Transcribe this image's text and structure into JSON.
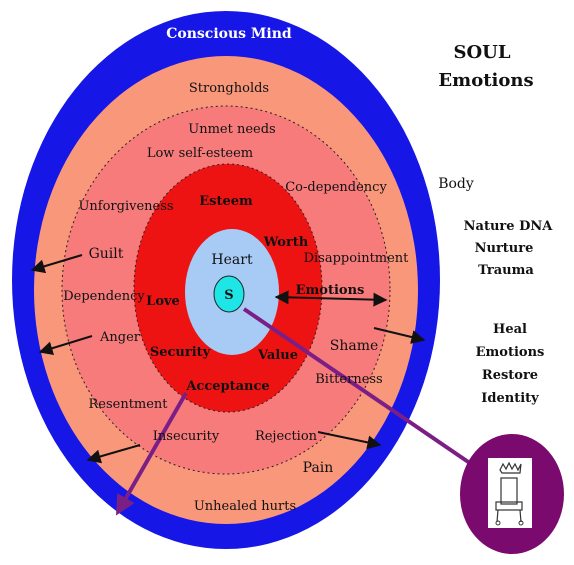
{
  "colors": {
    "conscious_ring": "#1616e6",
    "outer_salmon": "#f9977b",
    "pink_ring": "#f77b7b",
    "red_ring": "#ee1313",
    "heart_circle": "#a8cbf5",
    "soul_circle": "#1ee6e6",
    "arrow_purple": "#7b1f86",
    "badge_purple": "#7a0a6e"
  },
  "labels": {
    "conscious_mind": "Conscious Mind",
    "soul": "SOUL",
    "emotions_title": "Emotions",
    "body": "Body",
    "nature_dna": "Nature DNA",
    "nurture": "Nurture",
    "trauma": "Trauma",
    "heal": "Heal",
    "emotions_heal": "Emotions",
    "restore": "Restore",
    "identity": "Identity"
  },
  "outer_ring": {
    "strongholds": "Strongholds",
    "unforgiveness": "Unforgiveness",
    "guilt": "Guilt",
    "dependency": "Dependency",
    "anger": "Anger",
    "resentment": "Resentment",
    "shame": "Shame",
    "pain": "Pain",
    "unhealed_hurts": "Unhealed hurts"
  },
  "middle_ring": {
    "unmet_needs": "Unmet needs",
    "low_self_esteem": "Low self-esteem",
    "co_dependency": "Co-dependency",
    "disappointment": "Disappointment",
    "bitterness": "Bitterness",
    "rejection": "Rejection",
    "insecurity": "Insecurity"
  },
  "inner_ring": {
    "esteem": "Esteem",
    "worth": "Worth",
    "love": "Love",
    "emotions": "Emotions",
    "security": "Security",
    "value": "Value",
    "acceptance": "Acceptance"
  },
  "core": {
    "heart": "Heart",
    "s": "S"
  },
  "icons": {
    "throne": "throne-chair-icon"
  }
}
